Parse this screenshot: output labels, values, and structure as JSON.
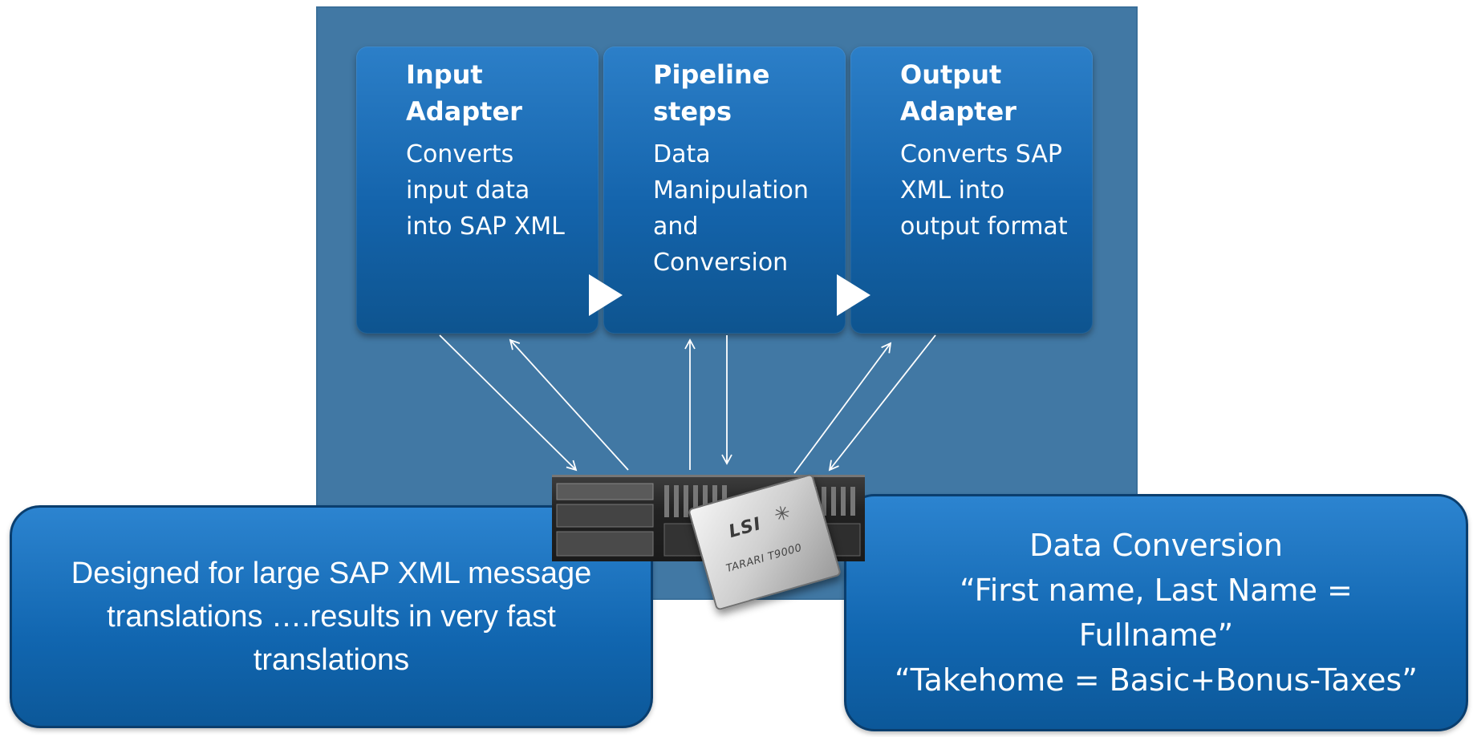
{
  "stages": [
    {
      "title": "Input\nAdapter",
      "description": "Converts\ninput data\ninto SAP XML"
    },
    {
      "title": "Pipeline\nsteps",
      "description": "Data\nManipulation\nand\nConversion"
    },
    {
      "title": "Output\nAdapter",
      "description": "Converts SAP\nXML into\noutput format"
    }
  ],
  "callouts": {
    "left": "Designed for large SAP XML message\ntranslations ….results in very fast\ntranslations",
    "right": "Data Conversion\n“First name, Last Name =\nFullname”\n“Takehome = Basic+Bonus-Taxes”"
  },
  "chip": {
    "brand": "LSI",
    "model": "TARARI T9000"
  },
  "colors": {
    "panel": "#4178a4",
    "stage": "#1464ac",
    "callout": "#1166b0",
    "text": "#ffffff"
  },
  "icons": [
    "play-arrow-icon",
    "server-icon",
    "chip-icon"
  ]
}
